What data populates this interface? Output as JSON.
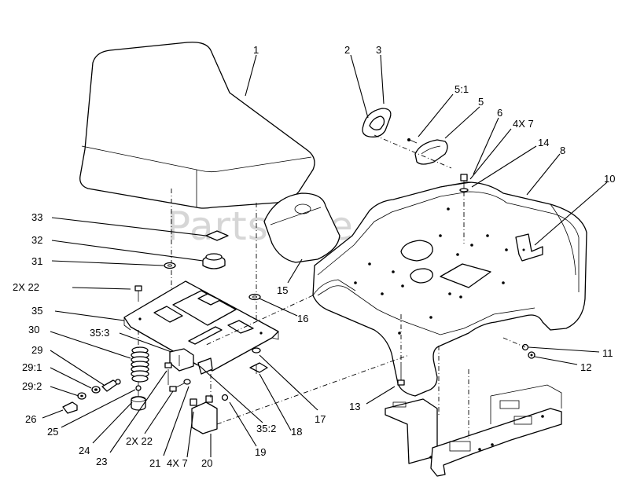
{
  "watermark": "PartsTree",
  "callouts": [
    {
      "id": "c1",
      "text": "1"
    },
    {
      "id": "c2",
      "text": "2"
    },
    {
      "id": "c3",
      "text": "3"
    },
    {
      "id": "c5-1",
      "text": "5:1"
    },
    {
      "id": "c5",
      "text": "5"
    },
    {
      "id": "c6",
      "text": "6"
    },
    {
      "id": "c4x7-top",
      "text": "4X 7"
    },
    {
      "id": "c14",
      "text": "14"
    },
    {
      "id": "c8",
      "text": "8"
    },
    {
      "id": "c10",
      "text": "10"
    },
    {
      "id": "c33",
      "text": "33"
    },
    {
      "id": "c32",
      "text": "32"
    },
    {
      "id": "c31",
      "text": "31"
    },
    {
      "id": "c2x22-top",
      "text": "2X 22"
    },
    {
      "id": "c35",
      "text": "35"
    },
    {
      "id": "c15",
      "text": "15"
    },
    {
      "id": "c16",
      "text": "16"
    },
    {
      "id": "c35-3",
      "text": "35:3"
    },
    {
      "id": "c30",
      "text": "30"
    },
    {
      "id": "c29",
      "text": "29"
    },
    {
      "id": "c29-1",
      "text": "29:1"
    },
    {
      "id": "c29-2",
      "text": "29:2"
    },
    {
      "id": "c26",
      "text": "26"
    },
    {
      "id": "c25",
      "text": "25"
    },
    {
      "id": "c24",
      "text": "24"
    },
    {
      "id": "c23",
      "text": "23"
    },
    {
      "id": "c2x22-bottom",
      "text": "2X 22"
    },
    {
      "id": "c21",
      "text": "21"
    },
    {
      "id": "c4x7-bottom",
      "text": "4X 7"
    },
    {
      "id": "c20",
      "text": "20"
    },
    {
      "id": "c19",
      "text": "19"
    },
    {
      "id": "c35-2",
      "text": "35:2"
    },
    {
      "id": "c18",
      "text": "18"
    },
    {
      "id": "c17",
      "text": "17"
    },
    {
      "id": "c13",
      "text": "13"
    },
    {
      "id": "c11",
      "text": "11"
    },
    {
      "id": "c12",
      "text": "12"
    }
  ]
}
